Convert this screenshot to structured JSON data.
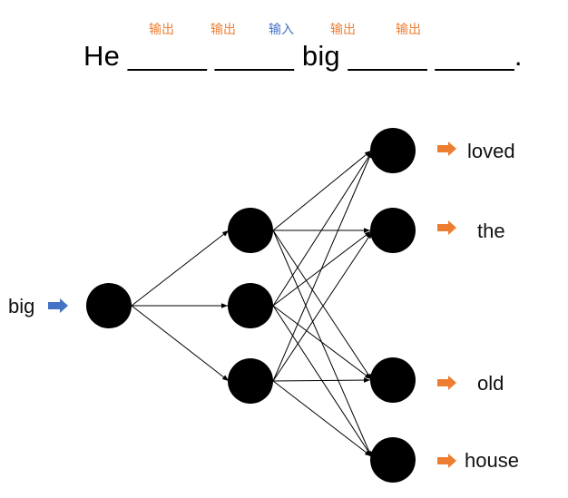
{
  "labels": {
    "tag1": "输出",
    "tag2": "输出",
    "tag3": "输入",
    "tag4": "输出",
    "tag5": "输出"
  },
  "sentence": {
    "text": "He _____ _____ big _____ _____."
  },
  "input": {
    "word": "big"
  },
  "outputs": {
    "w1": "loved",
    "w2": "the",
    "w3": "old",
    "w4": "house"
  },
  "colors": {
    "output_accent": "#ED7D31",
    "input_accent": "#4472C4",
    "node": "#000000",
    "edge": "#000000"
  },
  "icons": {
    "input_arrow": "blue-right-arrow-icon",
    "output_arrow": "orange-right-arrow-icon"
  }
}
